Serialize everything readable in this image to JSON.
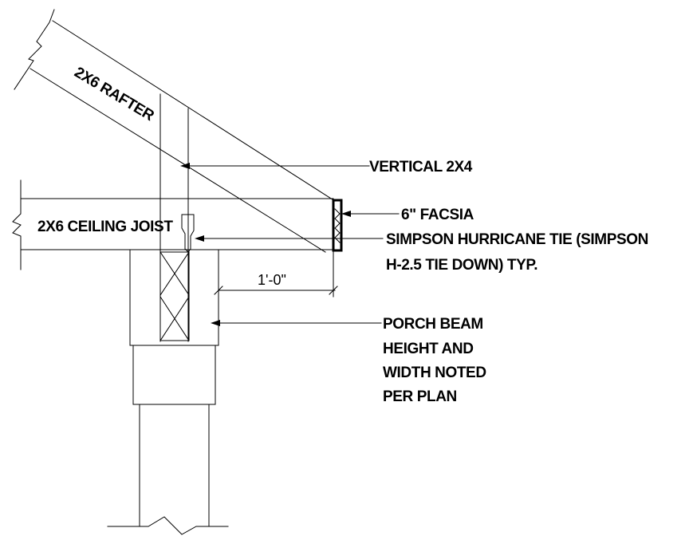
{
  "labels": {
    "rafter": "2X6 RAFTER",
    "vertical": "VERTICAL 2X4",
    "facsia": "6\" FACSIA",
    "ceiling_joist": "2X6 CEILING JOIST",
    "hurricane_tie_line1": "SIMPSON HURRICANE TIE (SIMPSON",
    "hurricane_tie_line2": "H-2.5 TIE DOWN) TYP.",
    "dimension": "1'-0\"",
    "beam_line1": "PORCH BEAM",
    "beam_line2": "HEIGHT AND",
    "beam_line3": "WIDTH NOTED",
    "beam_line4": "PER PLAN"
  },
  "colors": {
    "line": "#000000",
    "background": "#ffffff"
  }
}
